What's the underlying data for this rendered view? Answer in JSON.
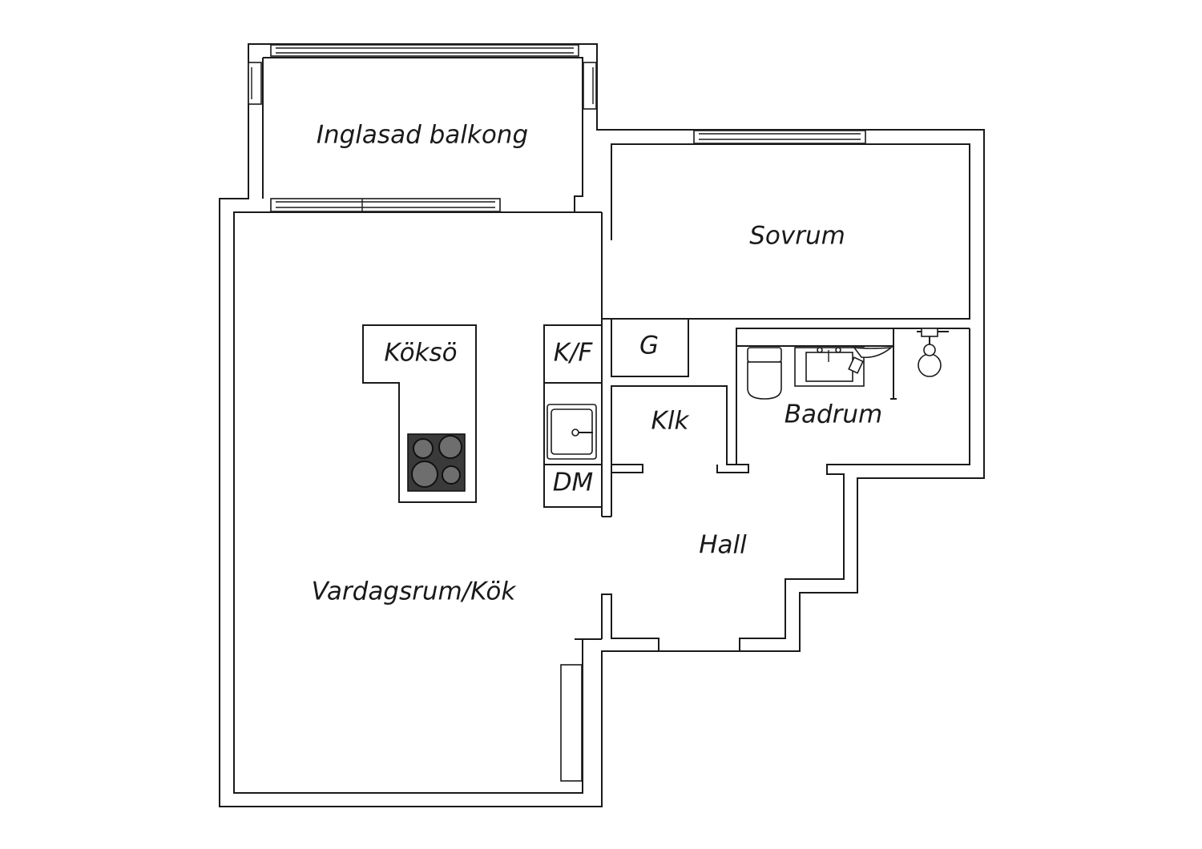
{
  "rooms": {
    "balcony": "Inglasad balkong",
    "bedroom": "Sovrum",
    "island": "Köksö",
    "fridge_freezer": "K/F",
    "wardrobe": "G",
    "closet": "Klk",
    "bathroom": "Badrum",
    "dishwasher": "DM",
    "hall": "Hall",
    "living_kitchen": "Vardagsrum/Kök"
  },
  "colors": {
    "line": "#1a1a1a",
    "hob": "#3a3a3a",
    "background": "#ffffff"
  }
}
